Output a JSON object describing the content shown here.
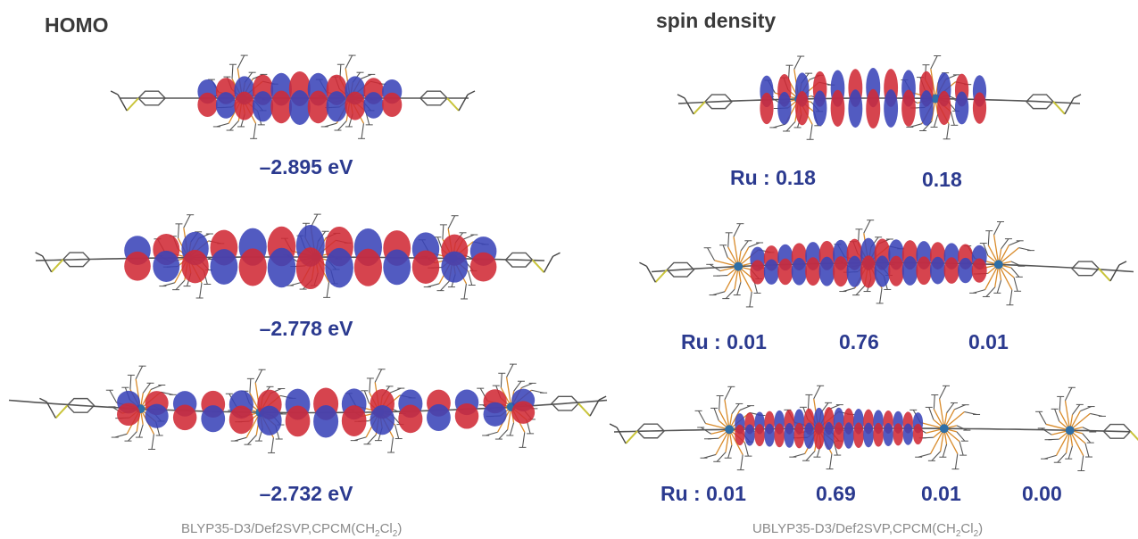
{
  "panels": {
    "homo": {
      "heading": "HOMO",
      "energies": [
        "–2.895 eV",
        "–2.778 eV",
        "–2.732 eV"
      ],
      "method": {
        "pre": "BLYP35-D3/Def2SVP,CPCM(CH",
        "sub1": "2",
        "mid": "Cl",
        "sub2": "2",
        "post": ")"
      }
    },
    "spin": {
      "heading": "spin density",
      "rows": [
        [
          "Ru : 0.18",
          "0.18"
        ],
        [
          "Ru : 0.01",
          "0.76",
          "0.01"
        ],
        [
          "Ru : 0.01",
          "0.69",
          "0.01",
          "0.00"
        ]
      ],
      "method": {
        "pre": "UBLYP35-D3/Def2SVP,CPCM(CH",
        "sub1": "2",
        "mid": "Cl",
        "sub2": "2",
        "post": ")"
      }
    }
  },
  "colors": {
    "positive_lobe": "#3a44b8",
    "negative_lobe": "#d02a35",
    "label": "#2b3a8f"
  }
}
